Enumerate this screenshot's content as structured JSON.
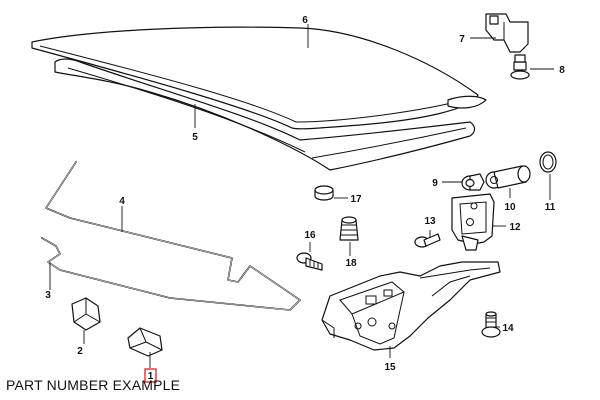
{
  "caption": "PART NUMBER EXAMPLE",
  "highlight_color": "#e02020",
  "callouts": {
    "p1": "1",
    "p2": "2",
    "p3": "3",
    "p4": "4",
    "p5": "5",
    "p6": "6",
    "p7": "7",
    "p8": "8",
    "p9": "9",
    "p10": "10",
    "p11": "11",
    "p12": "12",
    "p13": "13",
    "p14": "14",
    "p15": "15",
    "p16": "16",
    "p17": "17",
    "p18": "18"
  }
}
